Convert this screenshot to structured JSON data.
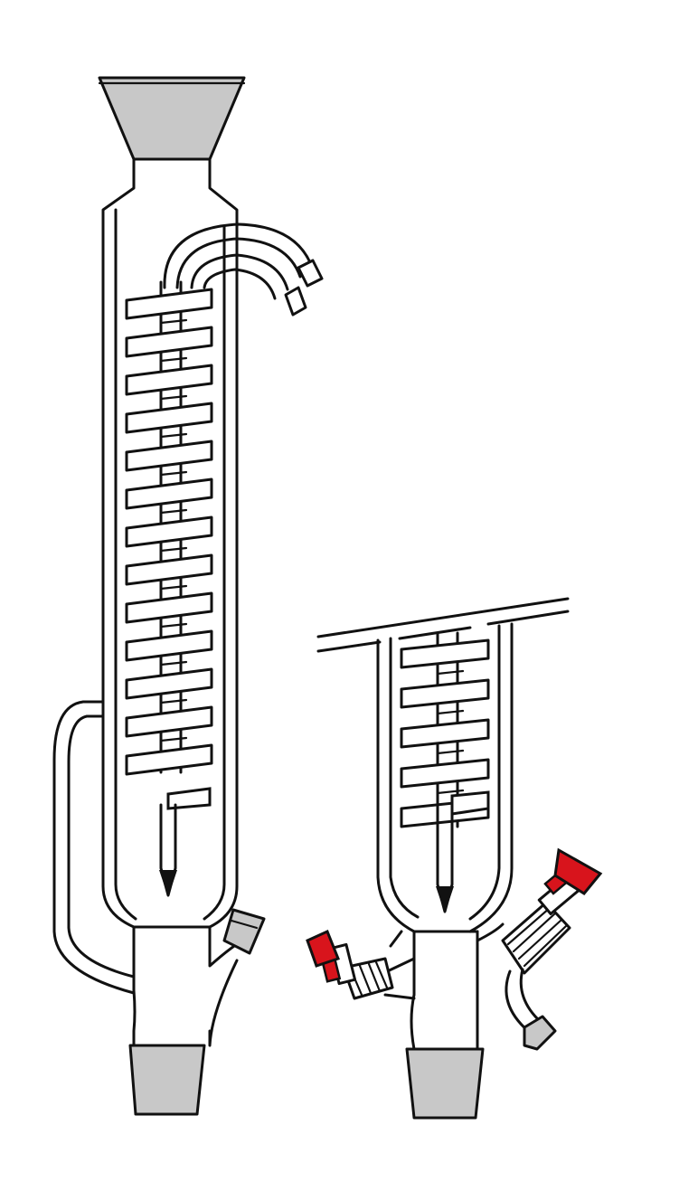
{
  "figure": {
    "description_visible_text": [],
    "colors": {
      "ink": "#111111",
      "glass_fill": "#ffffff",
      "joint_grey": "#c8c8c8",
      "stopcock_red": "#d8141c"
    },
    "apparatus": [
      {
        "id": "coil-condenser-with-side-arm",
        "coil_turns": 13
      },
      {
        "id": "cold-finger-condenser-with-stopcocks",
        "coil_turns": 5
      }
    ]
  }
}
